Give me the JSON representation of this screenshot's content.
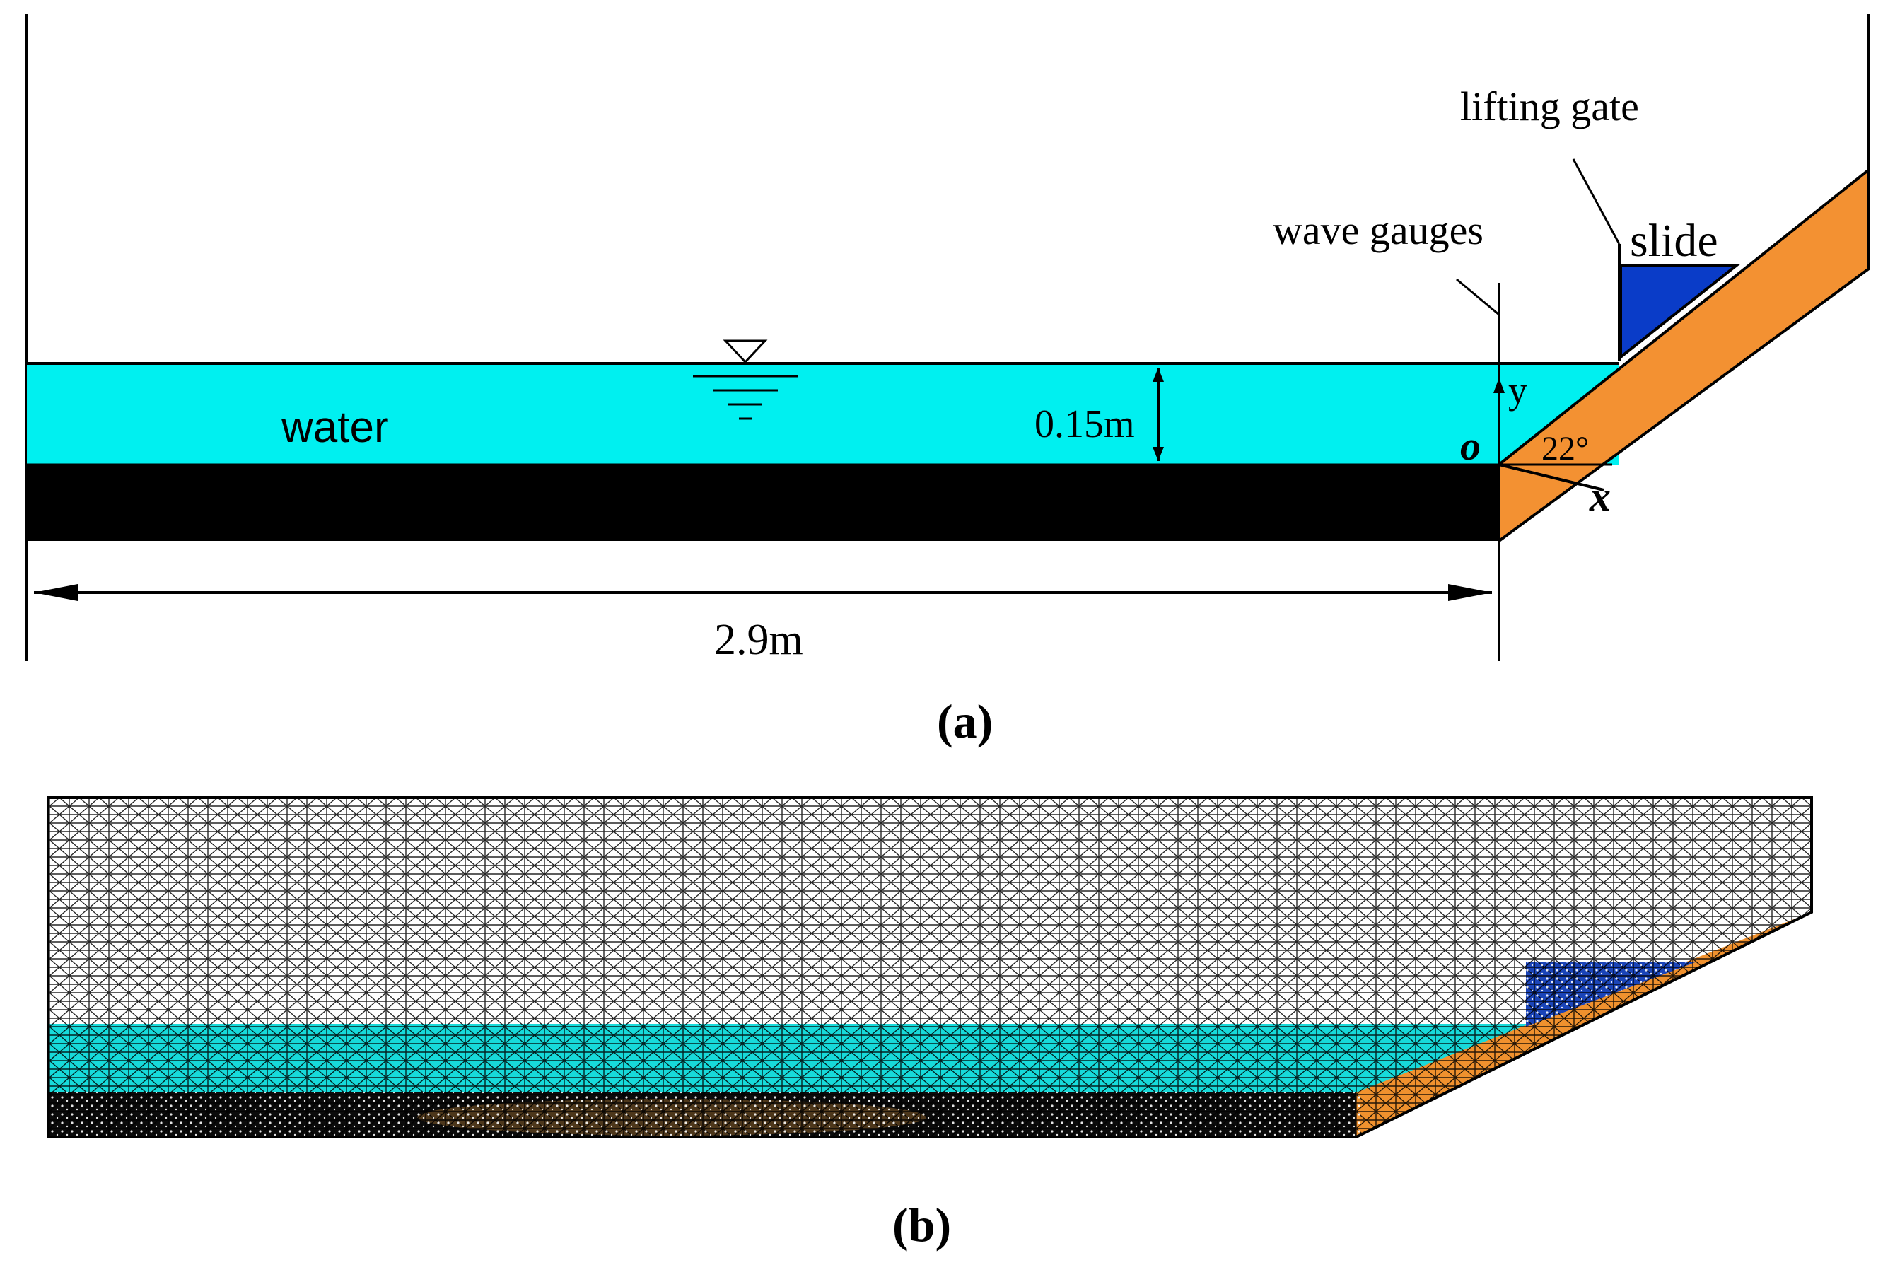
{
  "panel_a": {
    "caption": "(a)",
    "labels": {
      "water": "water",
      "depth": "0.15m",
      "length": "2.9m",
      "wave_gauges": "wave gauges",
      "lifting_gate": "lifting gate",
      "slide": "slide",
      "origin": "o",
      "y_axis": "y",
      "x_axis": "x",
      "angle": "22°"
    }
  },
  "panel_b": {
    "caption": "(b)"
  },
  "colors": {
    "water": "#00F0F0",
    "bed": "#000000",
    "slope": "#F39132",
    "slide": "#0A3CC8",
    "mesh_line": "#000000"
  }
}
